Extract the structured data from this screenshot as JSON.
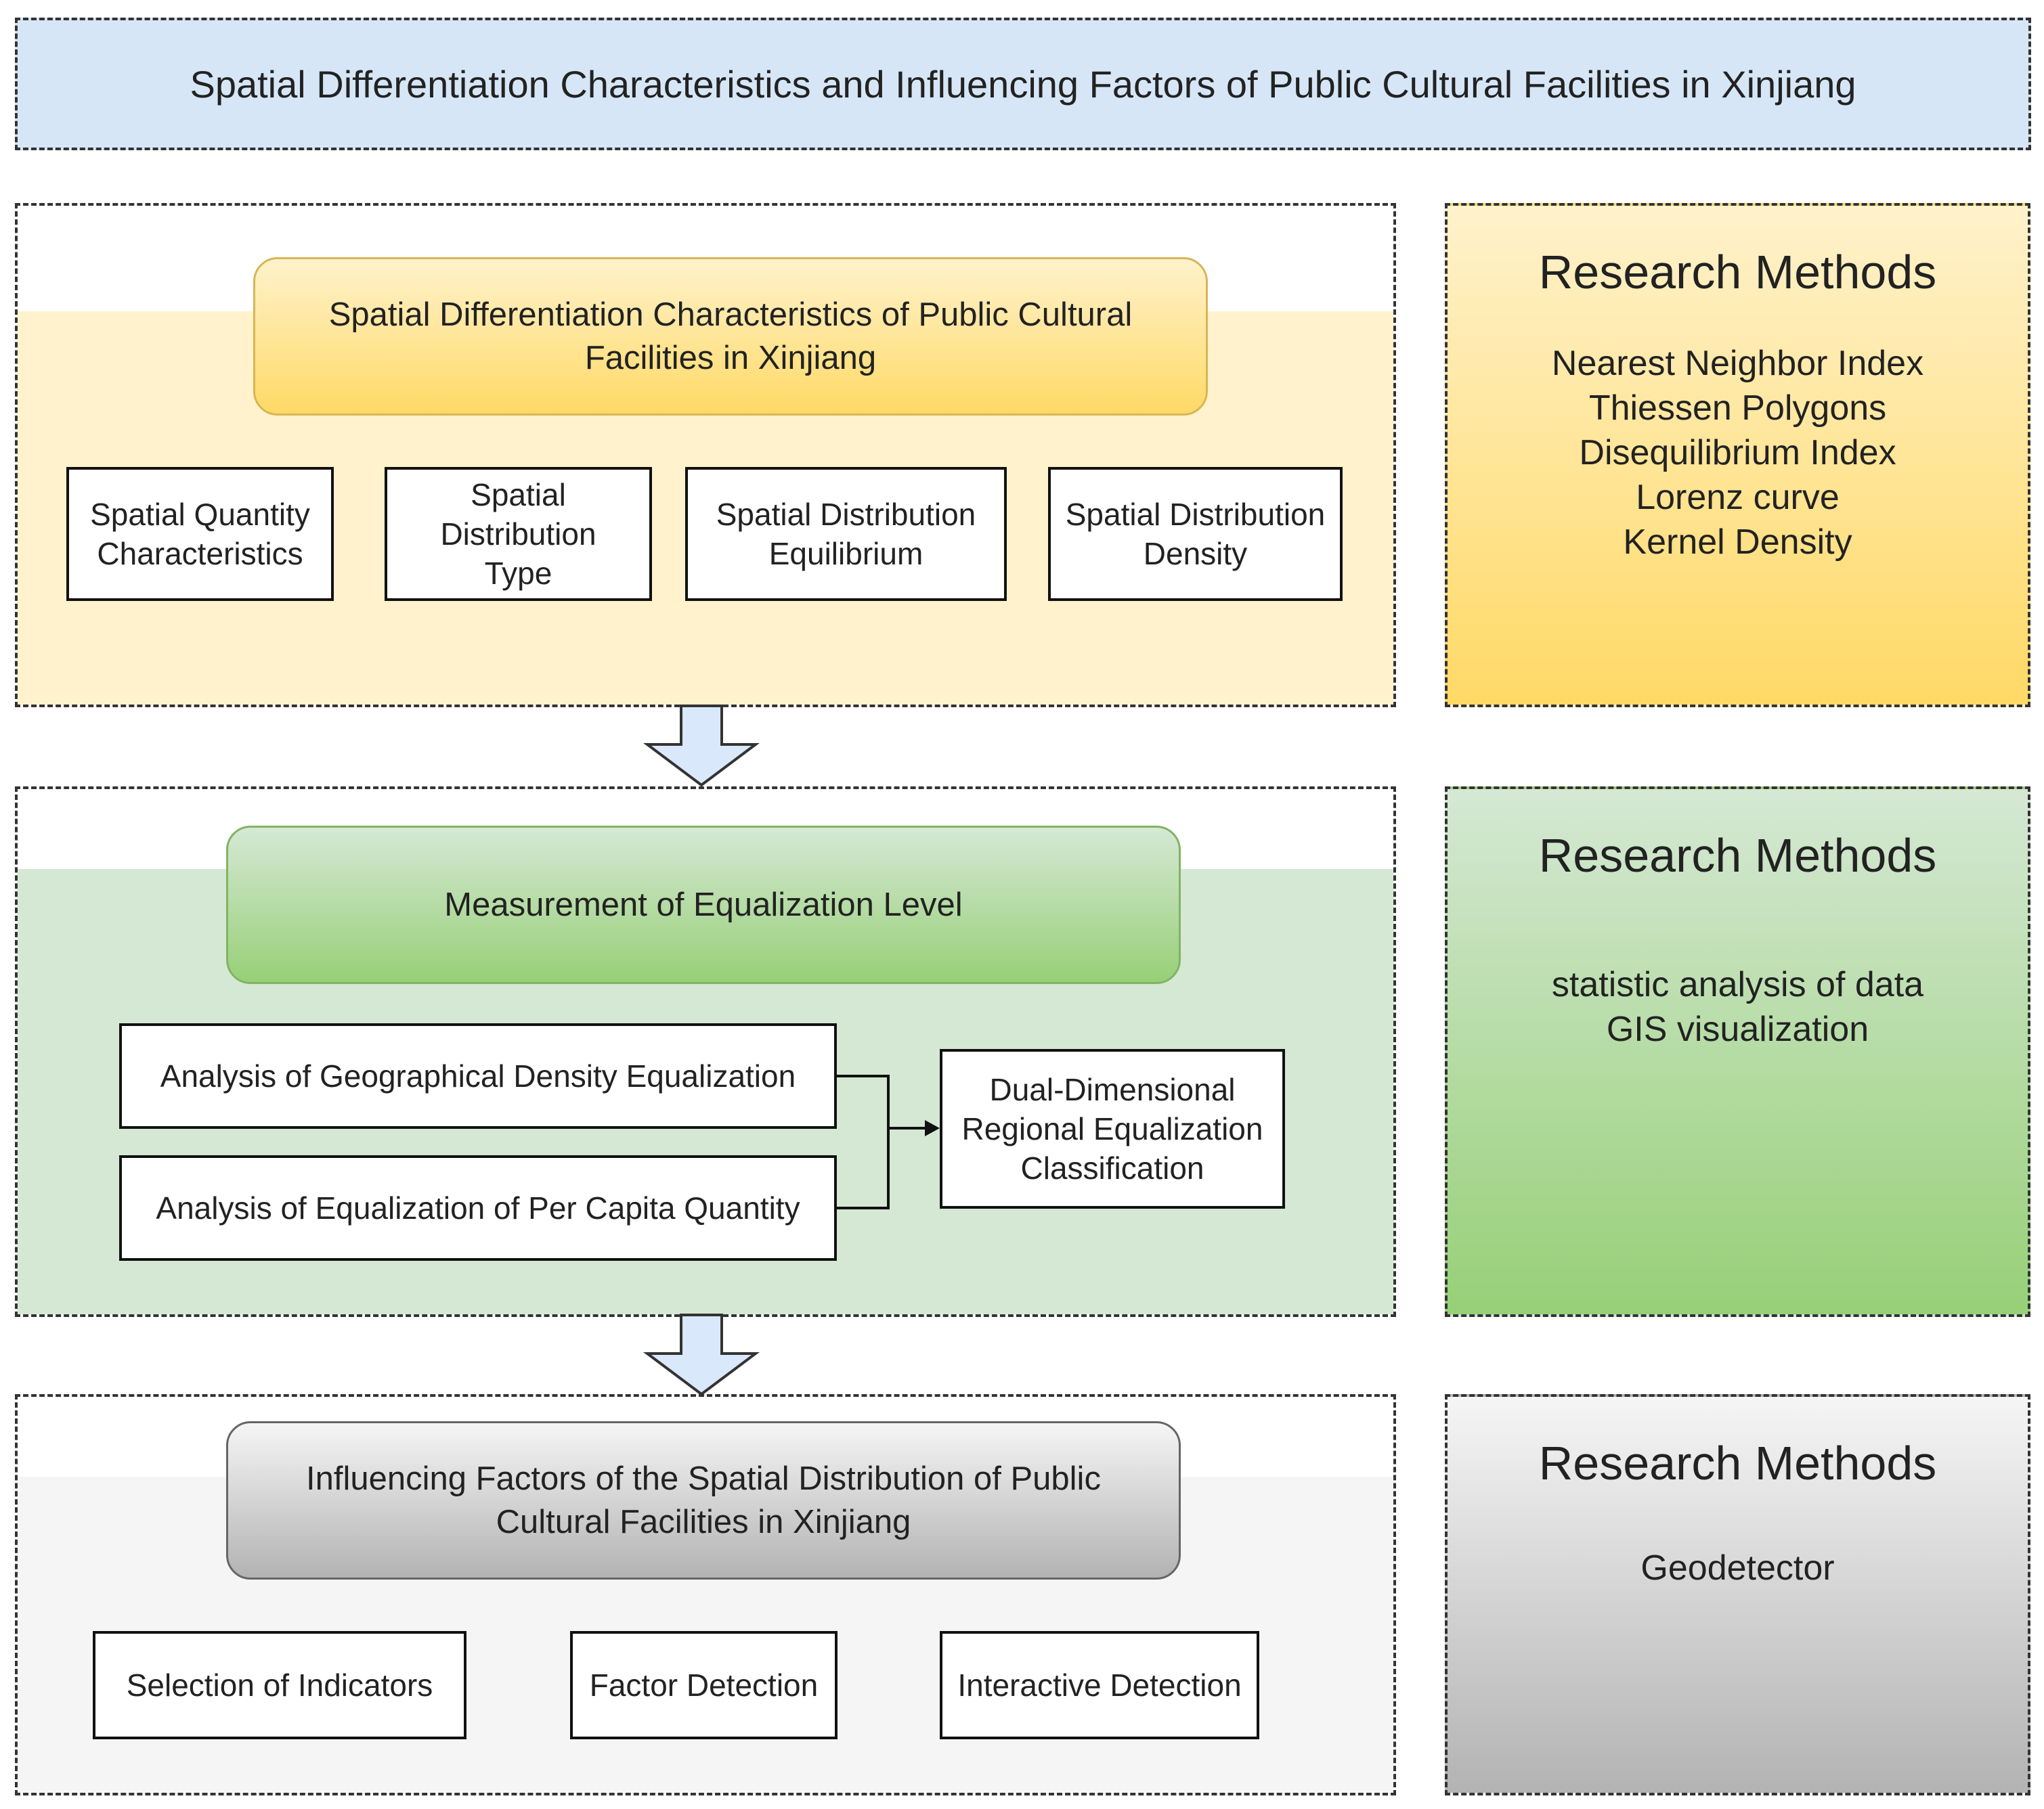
{
  "title": "Spatial Differentiation Characteristics and Influencing Factors of Public Cultural Facilities in Xinjiang",
  "section1": {
    "heading": "Spatial Differentiation Characteristics of Public Cultural Facilities in Xinjiang",
    "items": [
      "Spatial Quantity Characteristics",
      "Spatial Distribution Type",
      "Spatial Distribution Equilibrium",
      "Spatial Distribution Density"
    ]
  },
  "section2": {
    "heading": "Measurement of Equalization Level",
    "items": [
      "Analysis of Geographical Density Equalization",
      "Analysis of Equalization of Per Capita Quantity"
    ],
    "result": "Dual-Dimensional Regional Equalization Classification"
  },
  "section3": {
    "heading": "Influencing Factors of the Spatial Distribution of Public Cultural Facilities in Xinjiang",
    "items": [
      "Selection of Indicators",
      "Factor Detection",
      "Interactive Detection"
    ]
  },
  "methods": [
    {
      "title": "Research Methods",
      "items": [
        "Nearest Neighbor Index",
        "Thiessen Polygons",
        "Disequilibrium Index",
        "Lorenz curve",
        "Kernel Density"
      ]
    },
    {
      "title": "Research Methods",
      "items": [
        "statistic analysis of data",
        "GIS visualization"
      ]
    },
    {
      "title": "Research Methods",
      "items": [
        "Geodetector"
      ]
    }
  ],
  "colors": {
    "title_fill": "#d6e6f6",
    "section1_fill": "#fff2cc",
    "section1_accent": "#ffd966",
    "section2_fill": "#d5e8d4",
    "section2_accent": "#97d077",
    "section3_fill": "#f5f5f5",
    "section3_accent": "#b3b3b3",
    "arrow_fill": "#dae8fc"
  }
}
